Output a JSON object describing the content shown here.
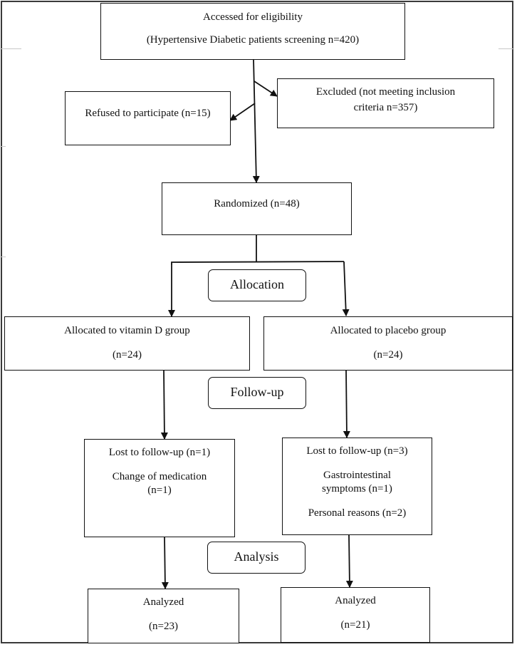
{
  "screening": {
    "line1": "Accessed for eligibility",
    "line2": "(Hypertensive Diabetic patients screening n=420)"
  },
  "excluded": {
    "line1": "Excluded (not meeting inclusion",
    "line2": "criteria n=357)"
  },
  "refused": {
    "text": "Refused to participate (n=15)"
  },
  "randomized": {
    "text": "Randomized (n=48)"
  },
  "phases": {
    "allocation": "Allocation",
    "followup": "Follow-up",
    "analysis": "Analysis"
  },
  "vitamin_d": {
    "group": {
      "line1": "Allocated to vitamin D group",
      "line2": "(n=24)"
    },
    "lost": {
      "line1": "Lost to follow-up (n=1)",
      "line2": "Change of medication",
      "line3": "(n=1)"
    },
    "analyzed": {
      "line1": "Analyzed",
      "line2": "(n=23)"
    }
  },
  "placebo": {
    "group": {
      "line1": "Allocated to placebo group",
      "line2": "(n=24)"
    },
    "lost": {
      "line1": "Lost to follow-up (n=3)",
      "line2": "Gastrointestinal",
      "line3": "symptoms (n=1)",
      "line4": "Personal reasons (n=2)"
    },
    "analyzed": {
      "line1": "Analyzed",
      "line2": "(n=21)"
    }
  }
}
